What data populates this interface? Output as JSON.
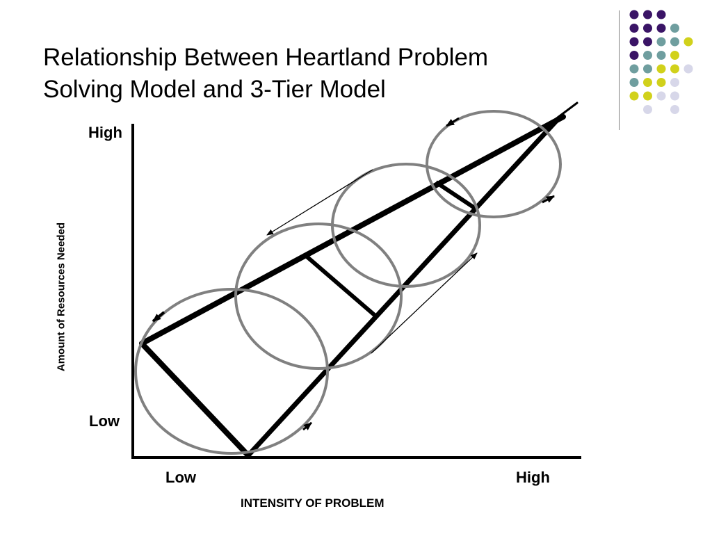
{
  "slide": {
    "title_line1": "Relationship Between Heartland Problem",
    "title_line2": "Solving Model and 3-Tier Model"
  },
  "axes": {
    "y_label": "Amount of Resources Needed",
    "x_label": "INTENSITY OF PROBLEM",
    "y_high": "High",
    "y_low": "Low",
    "x_low": "Low",
    "x_high": "High"
  },
  "colors": {
    "purple": "#3a1466",
    "teal": "#6f9e9f",
    "yellow": "#d1d11b",
    "lavender": "#d7d7e9",
    "circle_gray": "#808080",
    "rule_gray": "#808080"
  },
  "decoration": {
    "dot_grid": [
      [
        "purple",
        "purple",
        "purple",
        "",
        ""
      ],
      [
        "purple",
        "purple",
        "purple",
        "teal",
        ""
      ],
      [
        "purple",
        "purple",
        "teal",
        "teal",
        "yellow"
      ],
      [
        "purple",
        "teal",
        "teal",
        "yellow",
        ""
      ],
      [
        "teal",
        "teal",
        "yellow",
        "yellow",
        "lavender"
      ],
      [
        "teal",
        "yellow",
        "yellow",
        "lavender",
        ""
      ],
      [
        "yellow",
        "yellow",
        "lavender",
        "lavender",
        ""
      ],
      [
        "",
        "lavender",
        "",
        "lavender",
        ""
      ]
    ]
  }
}
